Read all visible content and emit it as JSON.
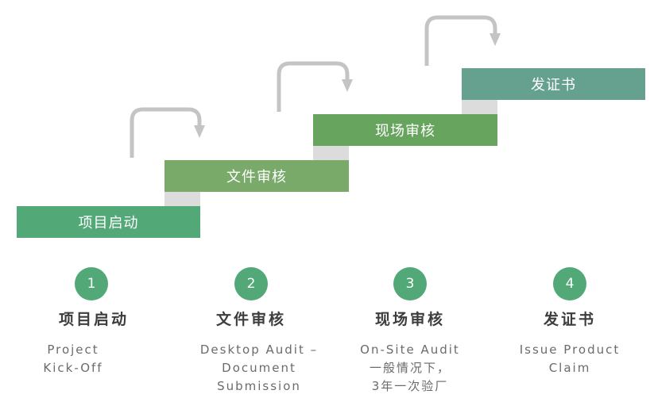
{
  "steps": [
    {
      "number": "1",
      "bar_label": "项目启动",
      "title": "项目启动",
      "desc": [
        "Project",
        "Kick-Off"
      ],
      "bar_color": "#52a877"
    },
    {
      "number": "2",
      "bar_label": "文件审核",
      "title": "文件审核",
      "desc": [
        "Desktop Audit –",
        "Document",
        "Submission"
      ],
      "bar_color": "#79aa69"
    },
    {
      "number": "3",
      "bar_label": "现场审核",
      "title": "现场审核",
      "desc": [
        "On-Site Audit",
        "一般情况下，",
        "3年一次验厂"
      ],
      "bar_color": "#67a55f"
    },
    {
      "number": "4",
      "bar_label": "发证书",
      "title": "发证书",
      "desc": [
        "Issue Product",
        "Claim"
      ],
      "bar_color": "#66a190"
    }
  ],
  "colors": {
    "circle": "#52a877",
    "arrow": "#c4c4c4",
    "riser": "#dcdcdc",
    "title_text": "#3d3d3d",
    "desc_text": "#6b6b6b"
  }
}
